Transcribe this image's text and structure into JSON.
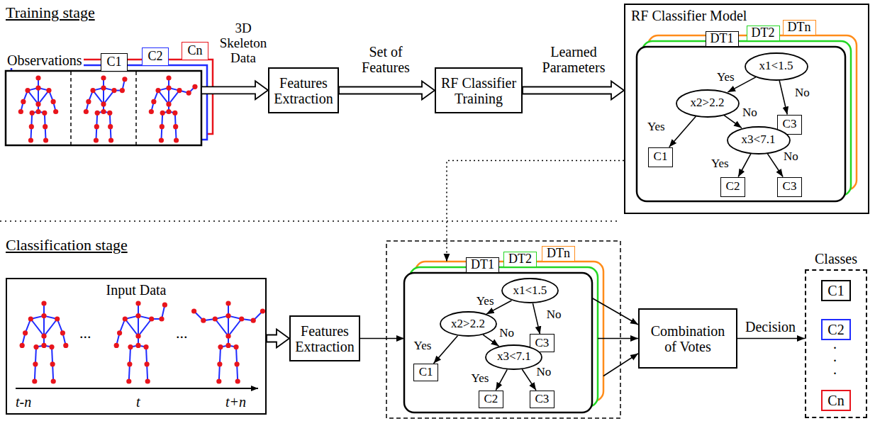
{
  "diagram": {
    "nodes": [
      {
        "text": [
          "Observations"
        ]
      },
      {
        "text": [
          "C1"
        ]
      },
      {
        "text": [
          "C2"
        ]
      },
      {
        "text": [
          "Cn"
        ]
      },
      {
        "text": [
          "Features Extraction"
        ]
      },
      {
        "text": [
          "RF Classifier Training"
        ]
      },
      {
        "text": [
          "RF Classifier Model"
        ]
      },
      {
        "text": [
          "DT1"
        ],
        "in": 6
      },
      {
        "text": [
          "x1<1.5"
        ],
        "in": 7
      },
      {
        "text": [
          "x2>2.2"
        ],
        "in": 7
      },
      {
        "text": [
          "C3"
        ],
        "in": 7
      },
      {
        "text": [
          "C1"
        ],
        "in": 7
      },
      {
        "text": [
          "x3<7.1"
        ],
        "in": 7
      },
      {
        "text": [
          "C2"
        ],
        "in": 7
      },
      {
        "text": [
          "C3"
        ],
        "in": 7
      },
      {
        "text": [
          "DT2"
        ],
        "in": 6
      },
      {
        "text": [
          "DTn"
        ],
        "in": 6
      },
      {
        "text": [
          "Input Data"
        ]
      },
      {
        "text": [
          "Features Extraction"
        ]
      },
      {
        "text": [
          "DT1"
        ]
      },
      {
        "text": [
          "x1<1.5"
        ],
        "in": 19
      },
      {
        "text": [
          "x2>2.2"
        ],
        "in": 19
      },
      {
        "text": [
          "C3"
        ],
        "in": 19
      },
      {
        "text": [
          "C1"
        ],
        "in": 19
      },
      {
        "text": [
          "x3<7.1"
        ],
        "in": 19
      },
      {
        "text": [
          "C2"
        ],
        "in": 19
      },
      {
        "text": [
          "C3"
        ],
        "in": 19
      },
      {
        "text": [
          "DT2"
        ]
      },
      {
        "text": [
          "DTn"
        ]
      },
      {
        "text": [
          "Combination of Votes"
        ]
      },
      {
        "text": [
          "Classes"
        ]
      },
      {
        "text": [
          "C1"
        ],
        "in": 30
      },
      {
        "text": [
          "C2"
        ],
        "in": 30
      },
      {
        "text": [
          "Cn"
        ],
        "in": 30
      }
    ],
    "edges": [
      {
        "from": 0,
        "to": 4,
        "arrow": "to",
        "label": "3D Skeleton Data"
      },
      {
        "from": 4,
        "to": 5,
        "arrow": "to",
        "label": "Set of Features"
      },
      {
        "from": 5,
        "to": 6,
        "arrow": "to",
        "label": "Learned Parameters"
      },
      {
        "from": 8,
        "to": 9,
        "arrow": "to",
        "label": "Yes"
      },
      {
        "from": 8,
        "to": 10,
        "arrow": "to",
        "label": "No"
      },
      {
        "from": 9,
        "to": 11,
        "arrow": "to",
        "label": "Yes"
      },
      {
        "from": 9,
        "to": 12,
        "arrow": "to",
        "label": "No"
      },
      {
        "from": 12,
        "to": 13,
        "arrow": "to",
        "label": "Yes"
      },
      {
        "from": 12,
        "to": 14,
        "arrow": "to",
        "label": "No"
      },
      {
        "from": 6,
        "to": 28,
        "arrow": "to"
      },
      {
        "from": 17,
        "to": 18,
        "arrow": "to"
      },
      {
        "from": 18,
        "to": 19,
        "arrow": "to"
      },
      {
        "from": 20,
        "to": 21,
        "arrow": "to",
        "label": "Yes"
      },
      {
        "from": 20,
        "to": 22,
        "arrow": "to",
        "label": "No"
      },
      {
        "from": 21,
        "to": 23,
        "arrow": "to",
        "label": "Yes"
      },
      {
        "from": 21,
        "to": 24,
        "arrow": "to",
        "label": "No"
      },
      {
        "from": 24,
        "to": 25,
        "arrow": "to",
        "label": "Yes"
      },
      {
        "from": 24,
        "to": 26,
        "arrow": "to",
        "label": "No"
      },
      {
        "from": 19,
        "to": 29,
        "arrow": "to"
      },
      {
        "from": 27,
        "to": 29,
        "arrow": "to"
      },
      {
        "from": 28,
        "to": 29,
        "arrow": "to"
      },
      {
        "from": 29,
        "to": 30,
        "arrow": "to",
        "label": "Decision"
      }
    ],
    "labels": [
      "Training stage",
      "Classification stage",
      "...",
      "...",
      "t-n",
      "t",
      "t+n",
      ".",
      ".",
      "."
    ]
  }
}
